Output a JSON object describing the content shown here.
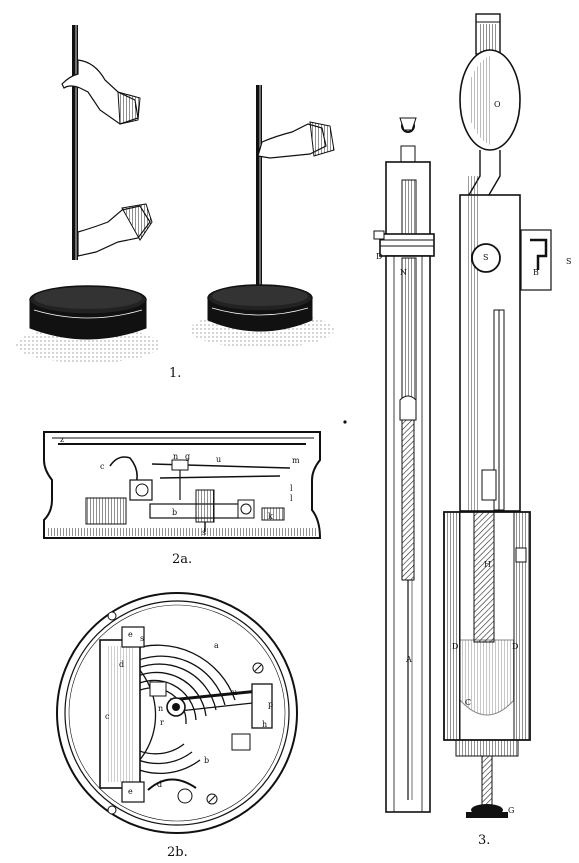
{
  "figures": {
    "fig1": {
      "caption": "1."
    },
    "fig2a": {
      "caption": "2a.",
      "letters": [
        "z",
        "c",
        "n",
        "g",
        "u",
        "m",
        "l",
        "l",
        "b",
        "k",
        "s"
      ]
    },
    "fig2b": {
      "caption": "2b.",
      "letters": [
        "a",
        "e",
        "s",
        "d",
        "c",
        "n",
        "r",
        "u",
        "p",
        "h",
        "b",
        "e",
        "d"
      ]
    },
    "fig3": {
      "caption": "3.",
      "letters": [
        "D",
        "N",
        "A",
        "O",
        "S",
        "B",
        "S",
        "H",
        "D",
        "D",
        "C",
        "G"
      ]
    }
  },
  "colors": {
    "ink": "#111111",
    "paper": "#ffffff",
    "liquid": "#1a1a1a"
  }
}
